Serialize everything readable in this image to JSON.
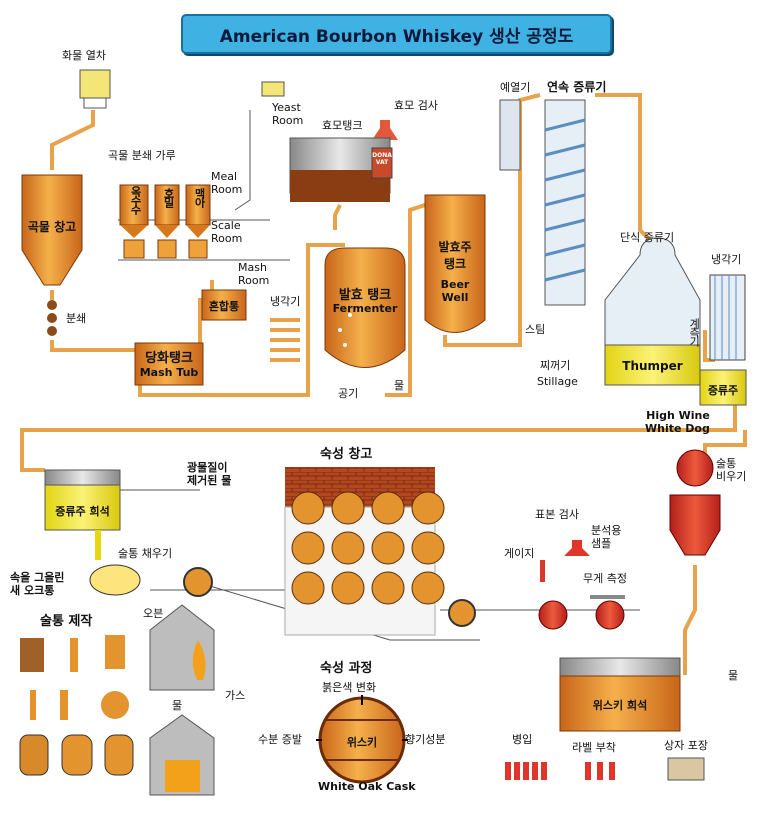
{
  "title": "American Bourbon Whiskey 생산 공정도",
  "labels": {
    "grain_car": "화물 열차",
    "grain_storage": "곡물 창고",
    "grinding": "분쇄",
    "grain_flour": "곡물 분쇄 가루",
    "corn": "옥수수",
    "rye": "호밀",
    "malt": "맥아",
    "meal_room": "Meal\nRoom",
    "scale_room": "Scale\nRoom",
    "mash_room": "Mash\nRoom",
    "mixer": "혼합통",
    "mash_tub_ko": "당화탱크",
    "mash_tub_en": "Mash Tub",
    "yeast_room": "Yeast\nRoom",
    "yeast_tank": "효모탱크",
    "yeast_test": "효모 검사",
    "dona_vat": "DONA\nVAT",
    "cooler1": "냉각기",
    "fermenter_ko": "발효 탱크",
    "fermenter_en": "Fermenter",
    "air": "공기",
    "water1": "물",
    "beer_well_ko": "발효주\n탱크",
    "beer_well_en": "Beer\nWell",
    "preheater": "예열기",
    "column_still": "연속 증류기",
    "steam": "스팀",
    "stillage_ko": "찌꺼기",
    "stillage_en": "Stillage",
    "pot_still": "단식 증류기",
    "cooler2": "냉각기",
    "meter": "계측기",
    "thumper": "Thumper",
    "spirit": "증류주",
    "high_wine": "High Wine\nWhite Dog",
    "demin_water": "광물질이\n제거된 물",
    "spirit_dilution": "증류주 희석",
    "barrel_fill": "술통 채우기",
    "charred_barrel": "속을 그을린\n새 오크통",
    "warehouse": "숙성 창고",
    "sample_test": "표본 검사",
    "gauge": "게이지",
    "analysis_sample": "분석용\n샘플",
    "weighing": "무게 측정",
    "barrel_empty": "술통\n비우기",
    "cooperage": "술통 제작",
    "oven": "오븐",
    "gas": "가스",
    "water2": "물",
    "aging_process": "숙성 과정",
    "red_change": "붉은색 변화",
    "evaporation": "수분 증발",
    "whiskey_center": "위스키",
    "aroma": "향기성분",
    "white_oak": "White Oak Cask",
    "water3": "물",
    "whiskey_dilution": "위스키 희석",
    "bottling": "병입",
    "labeling": "라벨 부착",
    "boxing": "상자 포장"
  },
  "colors": {
    "title_bg": "#3fb1e3",
    "pipe": "#e8a24a",
    "tank_orange": "#f0a23a",
    "tank_dark": "#c45b12",
    "yellow": "#f4e81e",
    "barrel": "#e3942e",
    "brick": "#b3481f",
    "grey": "#bdbdbd",
    "red": "#e0352a"
  },
  "icons": [
    "train-car-icon",
    "silo-icon",
    "hopper-icon",
    "fermenter-icon",
    "column-still-icon",
    "pot-still-icon",
    "condenser-icon",
    "barrel-icon",
    "bottle-icon",
    "box-icon",
    "flame-icon",
    "gauge-icon",
    "scale-icon"
  ]
}
